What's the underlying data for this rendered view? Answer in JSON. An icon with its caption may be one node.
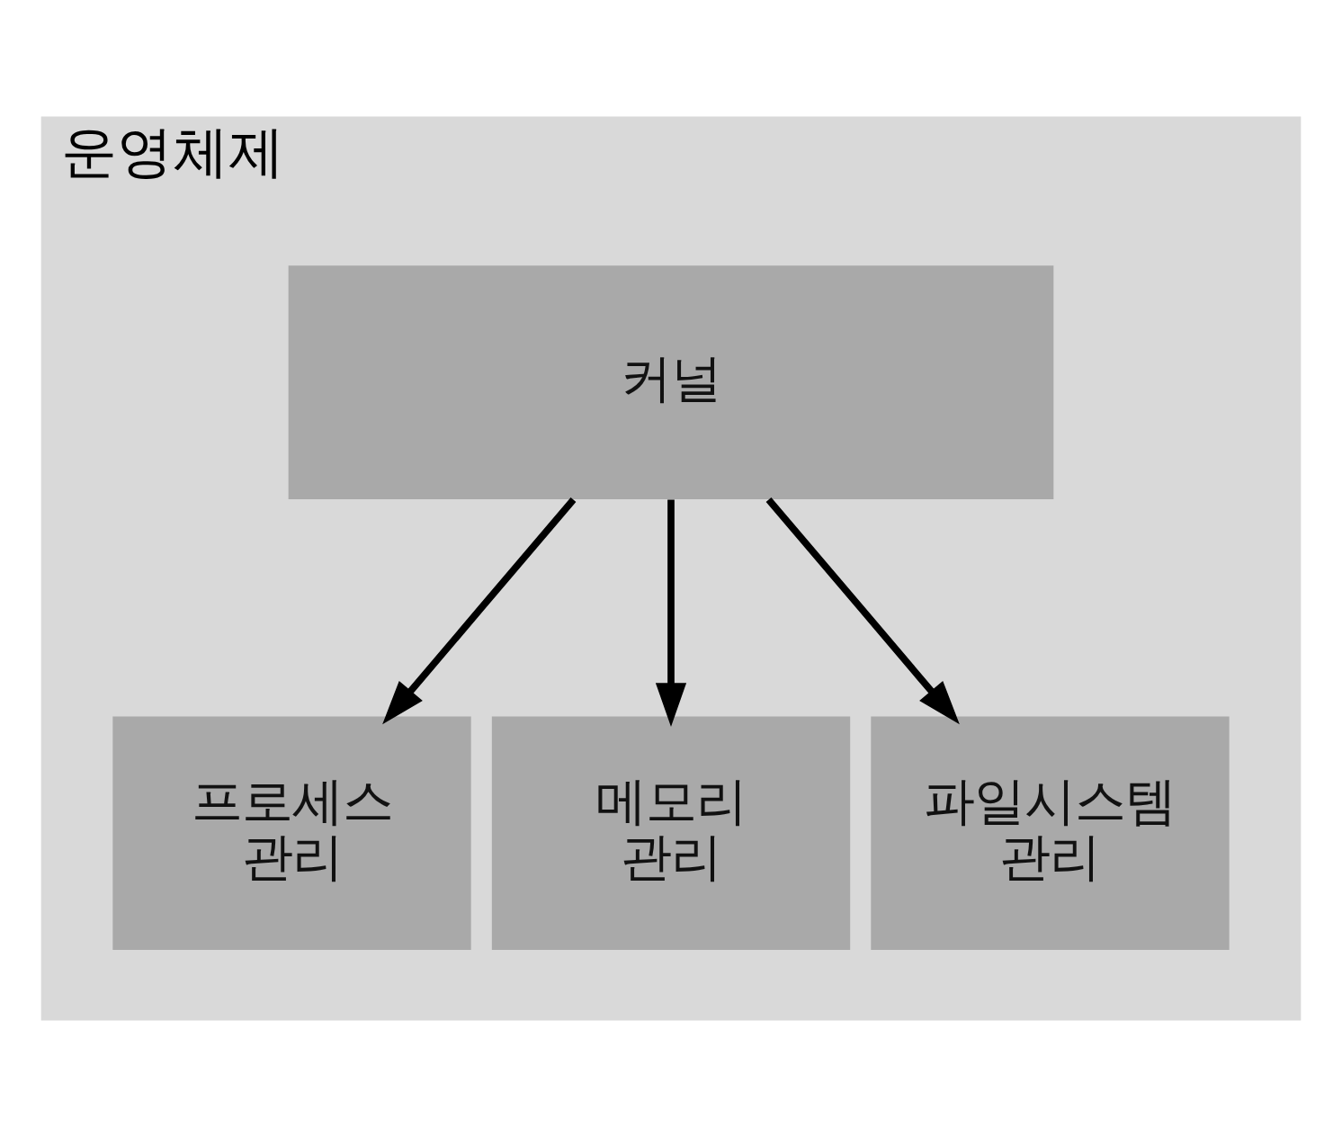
{
  "diagram": {
    "nodes": [
      {
        "text": [
          "운영체제"
        ]
      },
      {
        "text": [
          "커널"
        ],
        "in": 0
      },
      {
        "text": [
          "프로세스 관리"
        ],
        "in": 0
      },
      {
        "text": [
          "메모리 관리"
        ],
        "in": 0
      },
      {
        "text": [
          "파일시스템 관리"
        ],
        "in": 0
      }
    ],
    "edges": [
      {
        "from": 1,
        "to": 2,
        "arrow": "to"
      },
      {
        "from": 1,
        "to": 3,
        "arrow": "to"
      },
      {
        "from": 1,
        "to": 4,
        "arrow": "to"
      }
    ]
  }
}
